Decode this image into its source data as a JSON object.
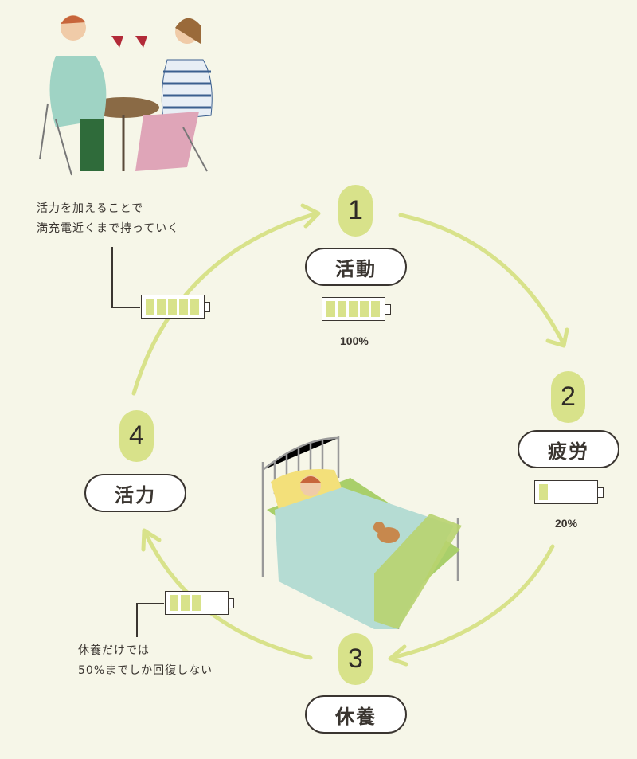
{
  "steps": [
    {
      "number": "1",
      "label": "活動",
      "battery_percent": 100,
      "percent_text": "100%"
    },
    {
      "number": "2",
      "label": "疲労",
      "battery_percent": 20,
      "percent_text": "20%"
    },
    {
      "number": "3",
      "label": "休養"
    },
    {
      "number": "4",
      "label": "活力"
    }
  ],
  "notes": {
    "vitality": {
      "line1": "活力を加えることで",
      "line2": "満充電近くまで持っていく",
      "battery_percent": 100
    },
    "rest": {
      "line1": "休養だけでは",
      "line2": "50%までしか回復しない",
      "battery_percent": 50
    }
  },
  "colors": {
    "accent": "#d8e28a",
    "background": "#f6f6e8",
    "ink": "#3a3530"
  }
}
